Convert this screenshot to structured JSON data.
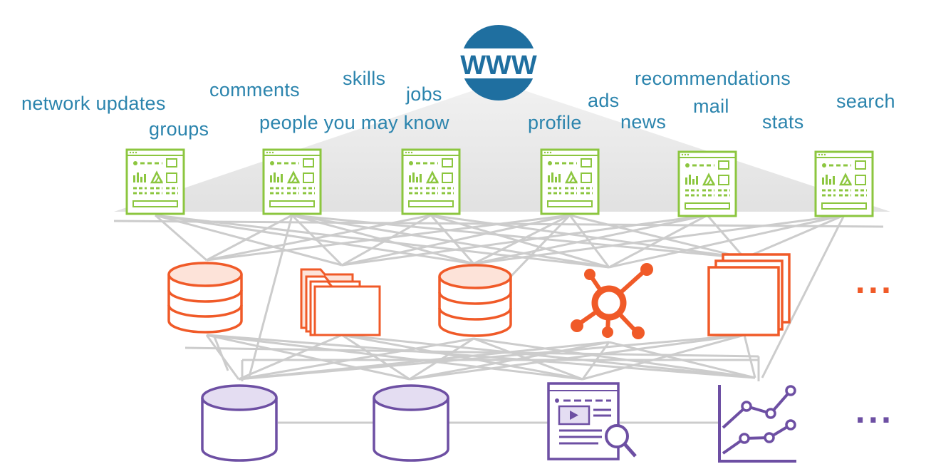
{
  "header": {
    "logo_text": "WWW"
  },
  "features": [
    "network updates",
    "groups",
    "comments",
    "people you may know",
    "skills",
    "jobs",
    "profile",
    "ads",
    "news",
    "recommendations",
    "mail",
    "stats",
    "search"
  ],
  "rows": {
    "services_more": "...",
    "storage_more": "..."
  },
  "colors": {
    "label_blue": "#2b84ad",
    "globe_blue": "#1f6fa0",
    "frontend_green": "#8cc63f",
    "service_orange": "#f05a28",
    "storage_purple": "#6d4fa3",
    "connector_gray": "#cccccc"
  },
  "icons": {
    "frontend": "web-page-icon",
    "services": [
      "database-icon",
      "folders-icon",
      "database-icon",
      "hub-icon",
      "stacked-pages-icon"
    ],
    "storage": [
      "database-icon",
      "database-icon",
      "search-document-icon",
      "line-chart-icon"
    ]
  }
}
